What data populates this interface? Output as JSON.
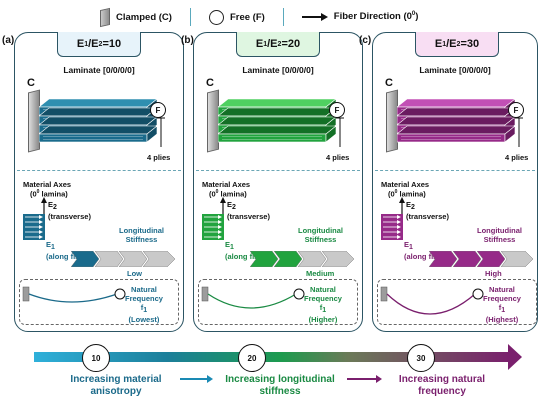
{
  "legend": {
    "clamped": "Clamped (C)",
    "free": "Free (F)",
    "fiber": "Fiber Direction (0",
    "fiber_sup": "0",
    "fiber_end": ")"
  },
  "common": {
    "laminate": "Laminate [0/0/0/0]",
    "clamp_letter": "C",
    "free_letter": "F",
    "plies": "4 plies",
    "mat_axes": "Material Axes",
    "mat_axes_sub_pre": "(0",
    "mat_axes_sub_sup": "0",
    "mat_axes_sub_post": " lamina)",
    "e2": "E",
    "e2_sub": "2",
    "e2_desc": "(transverse)",
    "e1": "E",
    "e1_sub": "1",
    "e1_desc": "(along fiber)",
    "stiff1": "Longitudinal",
    "stiff2": "Stiffness",
    "nat1": "Natural",
    "nat2": "Frequency",
    "f": "f",
    "f_sub": "1"
  },
  "panels": [
    {
      "label": "(a)",
      "ratio_e1": "E",
      "ratio_s1": "1",
      "ratio_sep": "/E",
      "ratio_s2": "2",
      "ratio_val": "=10",
      "level": "Low",
      "freq_level": "(Lowest)",
      "colors": {
        "accent": "#1a6b8c",
        "light": "#2f8fb0",
        "dark": "#124e66",
        "box": "#e7f3fa",
        "text": "#1b6a8a"
      }
    },
    {
      "label": "(b)",
      "ratio_e1": "E",
      "ratio_s1": "1",
      "ratio_sep": "/E",
      "ratio_s2": "2",
      "ratio_val": "=20",
      "level": "Medium",
      "freq_level": "(Higher)",
      "colors": {
        "accent": "#21a33e",
        "light": "#4fd061",
        "dark": "#137026",
        "box": "#dff6e1",
        "text": "#1a8a43"
      }
    },
    {
      "label": "(c)",
      "ratio_e1": "E",
      "ratio_s1": "1",
      "ratio_sep": "/E",
      "ratio_s2": "2",
      "ratio_val": "=30",
      "level": "High",
      "freq_level": "(Highest)",
      "colors": {
        "accent": "#962a88",
        "light": "#c250b5",
        "dark": "#6a1b60",
        "box": "#f8def3",
        "text": "#7a1f6d"
      }
    }
  ],
  "bottom": {
    "nodes": [
      "10",
      "20",
      "30"
    ],
    "cap1": "Increasing material anisotropy",
    "cap2": "Increasing longitudinal stiffness",
    "cap3": "Increasing natural frequency"
  }
}
